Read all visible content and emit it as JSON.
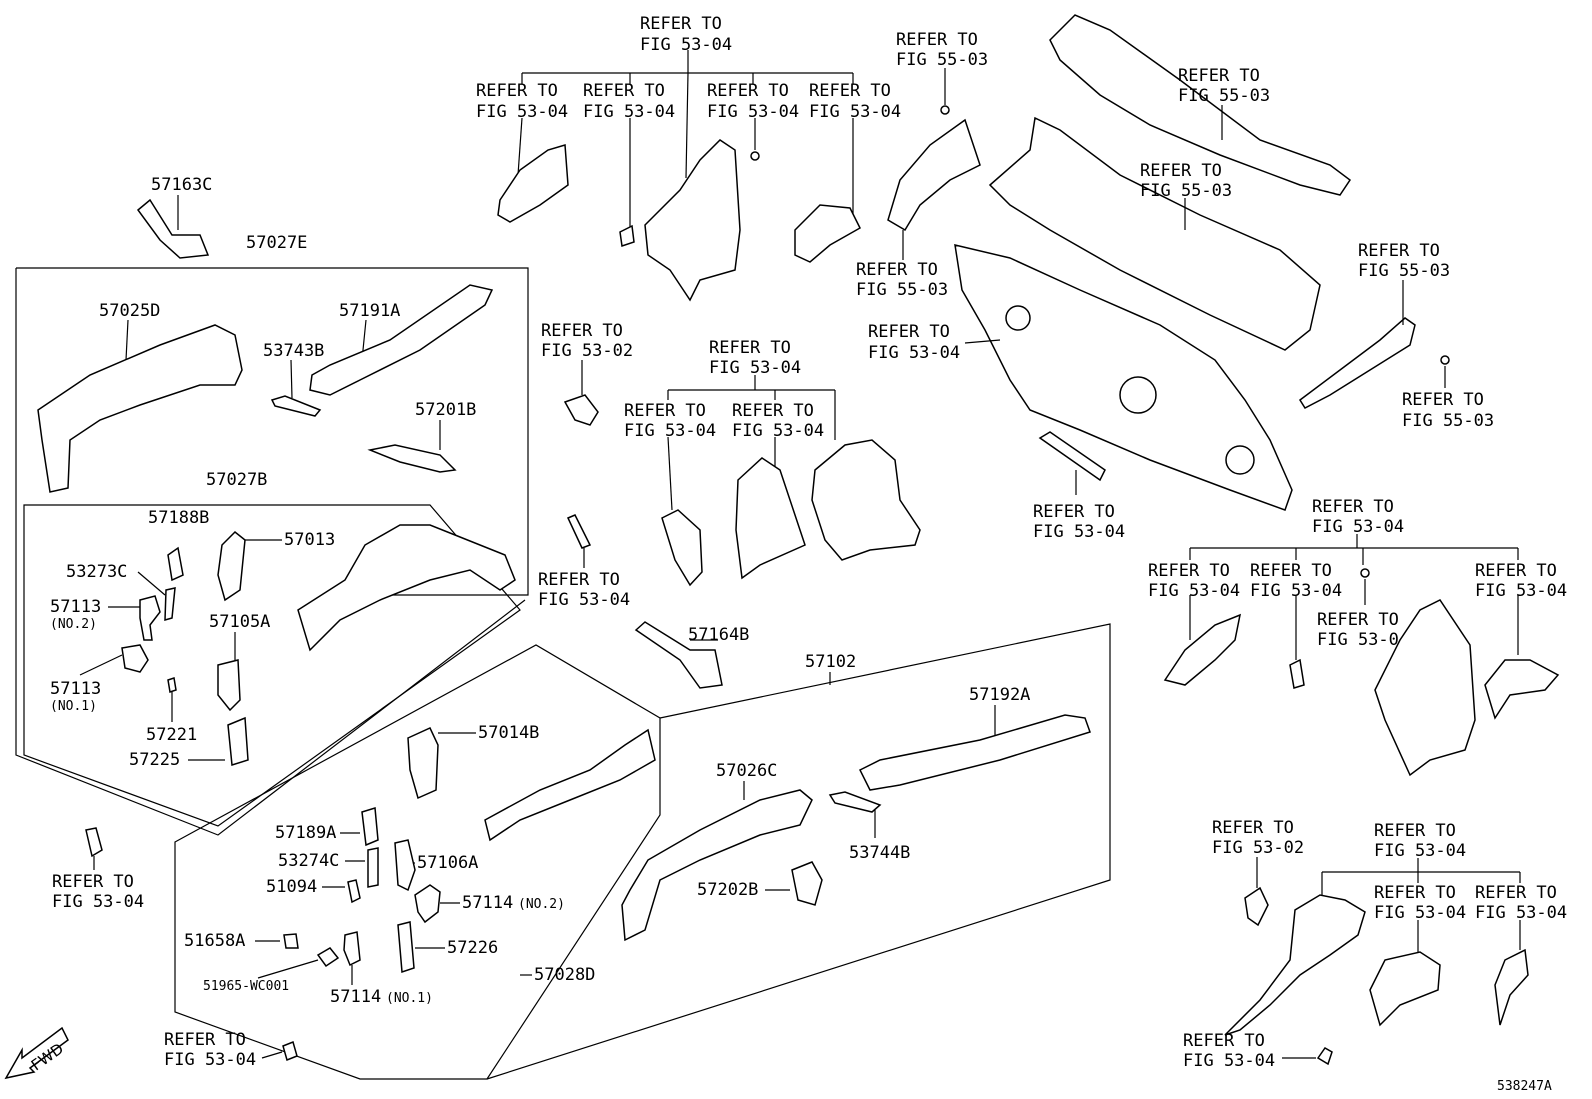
{
  "diagram_code": "538247A",
  "fwd_label": "FWD",
  "labels": {
    "p57163C": "57163C",
    "p57027E": "57027E",
    "p57025D": "57025D",
    "p57191A": "57191A",
    "p53743B": "53743B",
    "p57201B": "57201B",
    "p57027B": "57027B",
    "p57188B": "57188B",
    "p57013": "57013",
    "p53273C": "53273C",
    "p57113_2": "57113",
    "p57113_2_note": "(NO.2)",
    "p57105A": "57105A",
    "p57113_1": "57113",
    "p57113_1_note": "(NO.1)",
    "p57221": "57221",
    "p57225": "57225",
    "p57164B": "57164B",
    "p57102": "57102",
    "p57014B": "57014B",
    "p57189A": "57189A",
    "p53274C": "53274C",
    "p57106A": "57106A",
    "p51094": "51094",
    "p57114_2": "57114",
    "p57114_2_note": "(NO.2)",
    "p51658A": "51658A",
    "p57226": "57226",
    "p51965": "51965-WC001",
    "p57114_1": "57114",
    "p57114_1_note": "(NO.1)",
    "p57028D": "57028D",
    "p57026C": "57026C",
    "p57192A": "57192A",
    "p53744B": "53744B",
    "p57202B": "57202B"
  },
  "refer_word": "REFER TO",
  "refs": {
    "r_top_center": "FIG 53-04",
    "r_top_a": "FIG 53-04",
    "r_top_b": "FIG 53-04",
    "r_top_c": "FIG 53-04",
    "r_top_d": "FIG 53-04",
    "r_5503_a": "FIG 55-03",
    "r_5503_b": "FIG 55-03",
    "r_5503_c": "FIG 55-03",
    "r_5503_d": "FIG 55-03",
    "r_5503_e": "FIG 55-03",
    "r_5503_f": "FIG 55-03",
    "r_dash": "FIG 53-04",
    "r_5302_mid": "FIG 53-02",
    "r_mid_group": "FIG 53-04",
    "r_mid_a": "FIG 53-04",
    "r_mid_b": "FIG 53-04",
    "r_mid_left": "FIG 53-04",
    "r_bar": "FIG 53-04",
    "r_right_group": "FIG 53-04",
    "r_right_a": "FIG 53-04",
    "r_right_b": "FIG 53-04",
    "r_right_c": "FIG 53-04",
    "r_right_d": "FIG 53-04",
    "r_left_bottom": "FIG 53-04",
    "r_bottom_left": "FIG 53-04",
    "r_br_5302": "FIG 53-02",
    "r_br_group": "FIG 53-04",
    "r_br_a": "FIG 53-04",
    "r_br_b": "FIG 53-04",
    "r_br_bottom": "FIG 53-04"
  }
}
